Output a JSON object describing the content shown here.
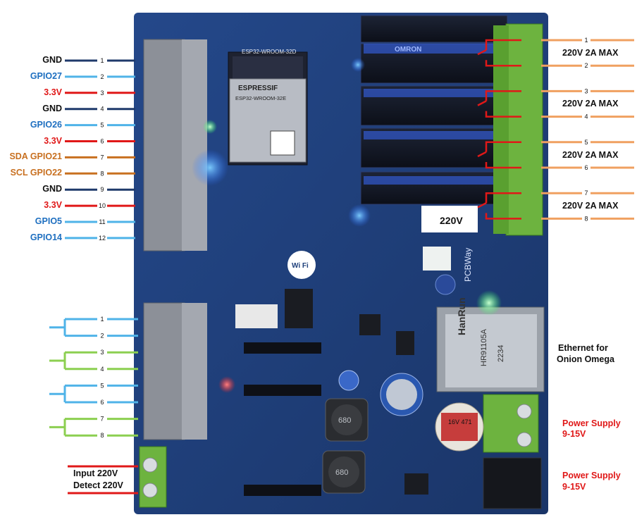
{
  "colors": {
    "gnd": "#1f3a6b",
    "gpio": "#4fb3e8",
    "power": "#e01818",
    "i2c": "#c87020",
    "relay": "#f0a060",
    "input": "#8ccf50",
    "blue_text": "#1e6fc0",
    "red_text": "#e01818",
    "orange_text": "#c87020",
    "pcb": "#1e3f7a"
  },
  "left_header": {
    "pins": [
      {
        "num": "1",
        "label": "GND",
        "kind": "gnd"
      },
      {
        "num": "2",
        "label": "GPIO27",
        "kind": "gpio"
      },
      {
        "num": "3",
        "label": "3.3V",
        "kind": "power"
      },
      {
        "num": "4",
        "label": "GND",
        "kind": "gnd"
      },
      {
        "num": "5",
        "label": "GPIO26",
        "kind": "gpio"
      },
      {
        "num": "6",
        "label": "3.3V",
        "kind": "power"
      },
      {
        "num": "7",
        "label": "SDA GPIO21",
        "kind": "i2c"
      },
      {
        "num": "8",
        "label": "SCL GPIO22",
        "kind": "i2c"
      },
      {
        "num": "9",
        "label": "GND",
        "kind": "gnd"
      },
      {
        "num": "10",
        "label": "3.3V",
        "kind": "power"
      },
      {
        "num": "11",
        "label": "GPIO5",
        "kind": "gpio"
      },
      {
        "num": "12",
        "label": "GPIO14",
        "kind": "gpio"
      }
    ]
  },
  "input_header": {
    "pins": [
      {
        "num": "1",
        "kind": "gpio"
      },
      {
        "num": "2",
        "kind": "gpio"
      },
      {
        "num": "3",
        "kind": "input"
      },
      {
        "num": "4",
        "kind": "input"
      },
      {
        "num": "5",
        "kind": "gpio"
      },
      {
        "num": "6",
        "kind": "gpio"
      },
      {
        "num": "7",
        "kind": "input"
      },
      {
        "num": "8",
        "kind": "input"
      }
    ]
  },
  "relay_outputs": {
    "pins": [
      "1",
      "2",
      "3",
      "4",
      "5",
      "6",
      "7",
      "8"
    ],
    "rating": "220V 2A MAX"
  },
  "labels": {
    "input_220": "Input 220V",
    "detect_220": "Detect 220V",
    "ethernet_1": "Ethernet for",
    "ethernet_2": "Onion Omega",
    "power_supply_1a": "Power Supply",
    "power_supply_1b": "9-15V",
    "power_supply_2a": "Power Supply",
    "power_supply_2b": "9-15V"
  },
  "board_text": {
    "module_label": "ESP32-WROOM-32D",
    "chip_brand": "ESPRESSIF",
    "chip_model": "ESP32-WROOM-32E",
    "rj45_brand": "HanRun",
    "rj45_model": "HR91105A",
    "rj45_code": "2234",
    "pcbway": "PCBWay",
    "relay_brand": "OMRON",
    "voltage_mark": "220V",
    "wifi": "Wi Fi",
    "cap_values": "16V 471",
    "inductor_1": "680",
    "inductor_2": "680"
  }
}
